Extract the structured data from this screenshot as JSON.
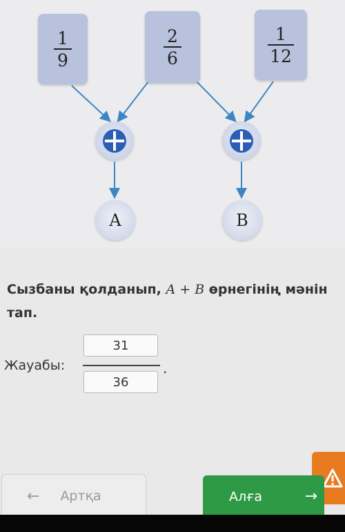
{
  "diagram": {
    "cards": [
      {
        "numerator": "1",
        "denominator": "9"
      },
      {
        "numerator": "2",
        "denominator": "6"
      },
      {
        "numerator": "1",
        "denominator": "12"
      }
    ],
    "operators": [
      "plus",
      "plus"
    ],
    "results": [
      "A",
      "B"
    ],
    "colors": {
      "operator": "#2b5fb7",
      "arrow": "#3d86c6",
      "card": "#b8c2dc"
    }
  },
  "question": {
    "text_before": "Сызбаны қолданып, ",
    "expression": "A + B",
    "text_after": " өрнегінің мәнін тап."
  },
  "answer": {
    "label": "Жауабы:",
    "numerator": "31",
    "denominator": "36",
    "suffix": "."
  },
  "navigation": {
    "back_label": "Артқа",
    "next_label": "Алға",
    "colors": {
      "next": "#2f9a46",
      "warning": "#e87b20"
    }
  }
}
